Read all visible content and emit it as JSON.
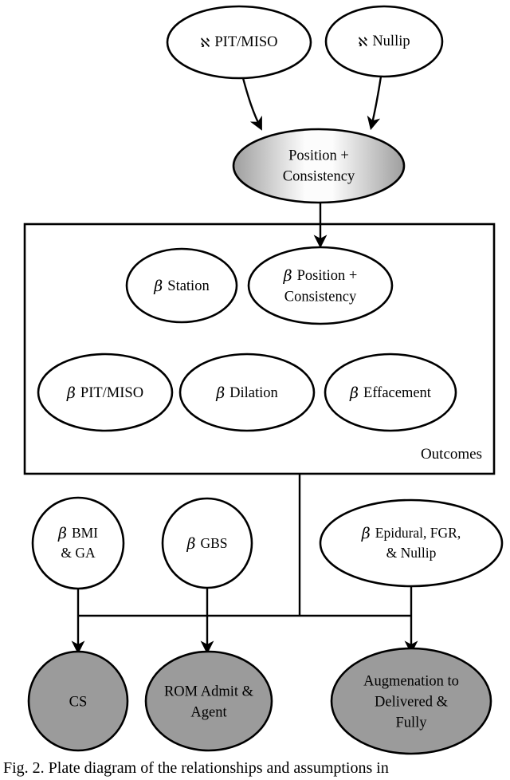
{
  "figure": {
    "caption": "Fig. 2.  Plate diagram of the relationships and assumptions in",
    "colors": {
      "gray_fill": "#9b9b9b",
      "white_fill": "#ffffff",
      "stroke": "#000000",
      "gradient_light": "#fbfbfb",
      "gradient_dark": "#9e9e9e"
    }
  },
  "top_nodes": [
    {
      "id": "pit-miso-alpha",
      "symbol": "ℵ",
      "label": "PIT/MISO",
      "shape": "ellipse",
      "fill": "white"
    },
    {
      "id": "nullip-alpha",
      "symbol": "ℵ",
      "label": "Nullip",
      "shape": "ellipse",
      "fill": "white"
    }
  ],
  "center_node": {
    "id": "position-consistency",
    "line1": "Position +",
    "line2": "Consistency",
    "shape": "ellipse",
    "fill": "gradient"
  },
  "plate": {
    "label": "Outcomes",
    "nodes": [
      {
        "id": "beta-station",
        "symbol": "β",
        "label": "Station",
        "lines": [
          "Station"
        ]
      },
      {
        "id": "beta-position-consistency",
        "symbol": "β",
        "label": "Position + Consistency",
        "lines": [
          "Position +",
          "Consistency"
        ]
      },
      {
        "id": "beta-pit-miso",
        "symbol": "β",
        "label": "PIT/MISO",
        "lines": [
          "PIT/MISO"
        ]
      },
      {
        "id": "beta-dilation",
        "symbol": "β",
        "label": "Dilation",
        "lines": [
          "Dilation"
        ]
      },
      {
        "id": "beta-effacement",
        "symbol": "β",
        "label": "Effacement",
        "lines": [
          "Effacement"
        ]
      }
    ]
  },
  "predictor_nodes": [
    {
      "id": "beta-bmi-ga",
      "symbol": "β",
      "lines": [
        "BMI",
        "& GA"
      ],
      "label": "BMI & GA"
    },
    {
      "id": "beta-gbs",
      "symbol": "β",
      "lines": [
        "GBS"
      ],
      "label": "GBS"
    },
    {
      "id": "beta-epidural-fgr-nullip",
      "symbol": "β",
      "lines": [
        "Epidural, FGR,",
        "& Nullip"
      ],
      "label": "Epidural, FGR, & Nullip"
    }
  ],
  "outcome_nodes": [
    {
      "id": "cs",
      "lines": [
        "CS"
      ],
      "label": "CS",
      "fill": "gray"
    },
    {
      "id": "rom-admit-agent",
      "lines": [
        "ROM Admit &",
        "Agent"
      ],
      "label": "ROM Admit & Agent",
      "fill": "gray"
    },
    {
      "id": "augmenation-delivered-fully",
      "lines": [
        "Augmenation to",
        "Delivered &",
        "Fully"
      ],
      "label": "Augmenation to Delivered & Fully",
      "fill": "gray"
    }
  ]
}
